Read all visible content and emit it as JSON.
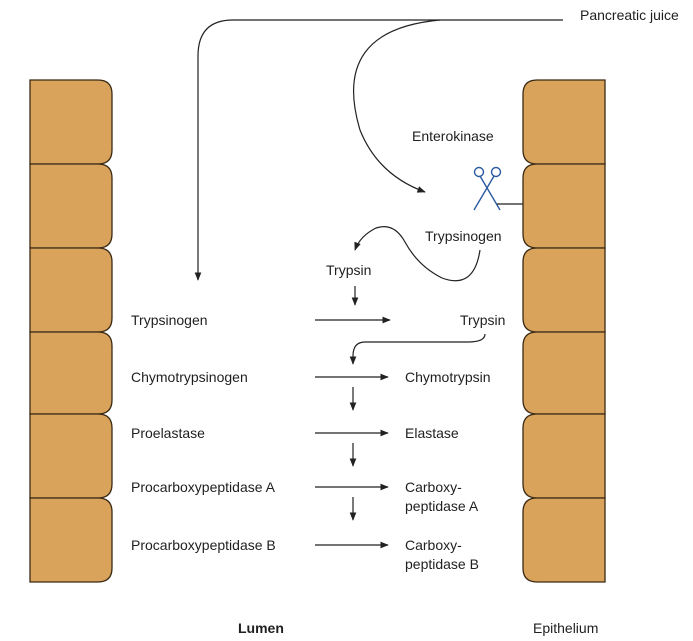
{
  "colors": {
    "cell_fill": "#d9a35c",
    "cell_edge": "#3a2a14",
    "line": "#222222",
    "background": "#ffffff"
  },
  "icons": {
    "enzyme_cleaver": "scissors-icon"
  },
  "labels": {
    "pancreatic_juice": "Pancreatic juice",
    "enterokinase": "Enterokinase",
    "trypsinogen_wall": "Trypsinogen",
    "trypsin_loop": "Trypsin",
    "lumen": "Lumen",
    "epithelium": "Epithelium"
  },
  "conversions": [
    {
      "zymogen": "Trypsinogen",
      "enzyme": "Trypsin"
    },
    {
      "zymogen": "Chymotrypsinogen",
      "enzyme": "Chymotrypsin"
    },
    {
      "zymogen": "Proelastase",
      "enzyme": "Elastase"
    },
    {
      "zymogen": "Procarboxypeptidase A",
      "enzyme": "Carboxy-\npeptidase A"
    },
    {
      "zymogen": "Procarboxypeptidase B",
      "enzyme": "Carboxy-\npeptidase B"
    }
  ]
}
